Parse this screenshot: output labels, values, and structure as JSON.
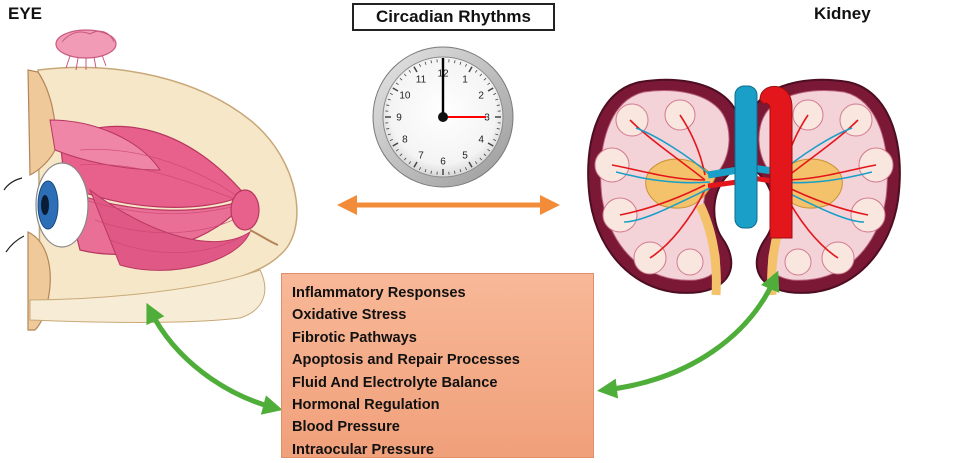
{
  "labels": {
    "eye": "EYE",
    "kidney": "Kidney",
    "title": "Circadian Rhythms"
  },
  "clock": {
    "numbers": [
      "12",
      "1",
      "2",
      "3",
      "4",
      "5",
      "6",
      "7",
      "8",
      "9",
      "10",
      "11"
    ],
    "hour_hand_color": "#ff0000",
    "minute_hand_color": "#000000"
  },
  "factors": [
    "Inflammatory Responses",
    "Oxidative Stress",
    "Fibrotic Pathways",
    "Apoptosis and Repair Processes",
    "Fluid And Electrolyte Balance",
    "Hormonal Regulation",
    "Blood Pressure",
    "Intraocular Pressure"
  ],
  "colors": {
    "orange_arrow": "#f28c38",
    "green_arrow": "#4fae3a",
    "box_fill": "#f5ad89",
    "vein": "#1aa0c8",
    "artery": "#e3171b",
    "muscle": "#e8608c"
  }
}
